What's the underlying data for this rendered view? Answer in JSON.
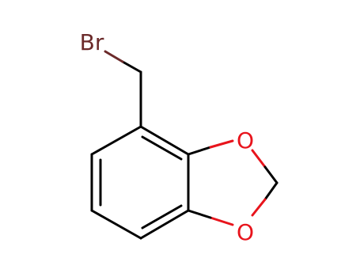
{
  "molecule": {
    "atoms": {
      "br": {
        "symbol": "Br",
        "color": "#6b2a2a"
      },
      "o1": {
        "symbol": "O",
        "color": "#e8141c"
      },
      "o2": {
        "symbol": "O",
        "color": "#e8141c"
      }
    },
    "bond_color": "#000000"
  }
}
